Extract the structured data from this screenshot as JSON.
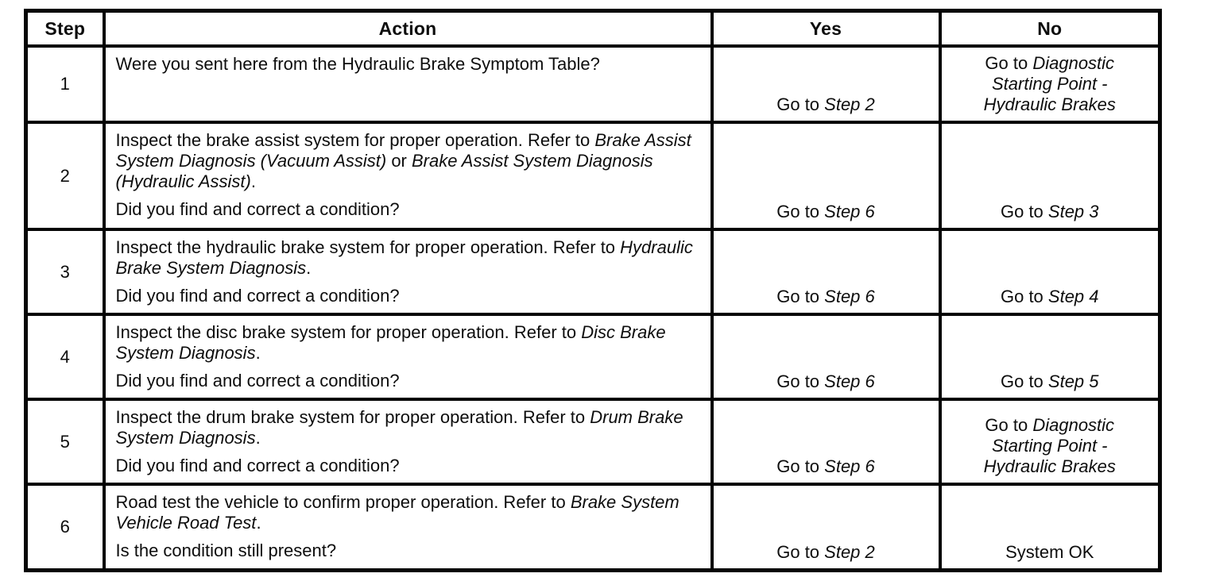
{
  "colors": {
    "border": "#050505",
    "background": "#ffffff",
    "text": "#0d0d0d"
  },
  "table": {
    "headers": {
      "step": "Step",
      "action": "Action",
      "yes": "Yes",
      "no": "No"
    },
    "rows": [
      {
        "step": "1",
        "action": [
          [
            {
              "t": "Were you sent here from the Hydraulic Brake Symptom Table?"
            }
          ]
        ],
        "yes": [
          {
            "t": "Go to "
          },
          {
            "t": "Step 2",
            "i": true
          }
        ],
        "no": [
          {
            "t": "Go to "
          },
          {
            "t": "Diagnostic Starting Point - Hydraulic Brakes",
            "i": true
          }
        ]
      },
      {
        "step": "2",
        "action": [
          [
            {
              "t": "Inspect the brake assist system for proper operation. Refer to "
            },
            {
              "t": "Brake Assist System Diagnosis (Vacuum Assist)",
              "i": true
            },
            {
              "t": " or "
            },
            {
              "t": "Brake Assist System Diagnosis (Hydraulic Assist)",
              "i": true
            },
            {
              "t": "."
            }
          ],
          [
            {
              "t": "Did you find and correct a condition?"
            }
          ]
        ],
        "yes": [
          {
            "t": "Go to "
          },
          {
            "t": "Step 6",
            "i": true
          }
        ],
        "no": [
          {
            "t": "Go to "
          },
          {
            "t": "Step 3",
            "i": true
          }
        ]
      },
      {
        "step": "3",
        "action": [
          [
            {
              "t": "Inspect the hydraulic brake system for proper operation. Refer to "
            },
            {
              "t": "Hydraulic Brake System Diagnosis",
              "i": true
            },
            {
              "t": "."
            }
          ],
          [
            {
              "t": "Did you find and correct a condition?"
            }
          ]
        ],
        "yes": [
          {
            "t": "Go to "
          },
          {
            "t": "Step 6",
            "i": true
          }
        ],
        "no": [
          {
            "t": "Go to "
          },
          {
            "t": "Step 4",
            "i": true
          }
        ]
      },
      {
        "step": "4",
        "action": [
          [
            {
              "t": "Inspect the disc brake system for proper operation. Refer to "
            },
            {
              "t": "Disc Brake System Diagnosis",
              "i": true
            },
            {
              "t": "."
            }
          ],
          [
            {
              "t": "Did you find and correct a condition?"
            }
          ]
        ],
        "yes": [
          {
            "t": "Go to "
          },
          {
            "t": "Step 6",
            "i": true
          }
        ],
        "no": [
          {
            "t": "Go to "
          },
          {
            "t": "Step 5",
            "i": true
          }
        ]
      },
      {
        "step": "5",
        "action": [
          [
            {
              "t": "Inspect the drum brake system for proper operation. Refer to "
            },
            {
              "t": "Drum Brake System Diagnosis",
              "i": true
            },
            {
              "t": "."
            }
          ],
          [
            {
              "t": "Did you find and correct a condition?"
            }
          ]
        ],
        "yes": [
          {
            "t": "Go to "
          },
          {
            "t": "Step 6",
            "i": true
          }
        ],
        "no": [
          {
            "t": "Go to "
          },
          {
            "t": "Diagnostic Starting Point - Hydraulic Brakes",
            "i": true
          }
        ]
      },
      {
        "step": "6",
        "action": [
          [
            {
              "t": "Road test the vehicle to confirm proper operation. Refer to "
            },
            {
              "t": "Brake System Vehicle Road Test",
              "i": true
            },
            {
              "t": "."
            }
          ],
          [
            {
              "t": "Is the condition still present?"
            }
          ]
        ],
        "yes": [
          {
            "t": "Go to "
          },
          {
            "t": "Step 2",
            "i": true
          }
        ],
        "no": [
          {
            "t": "System OK"
          }
        ]
      }
    ]
  }
}
